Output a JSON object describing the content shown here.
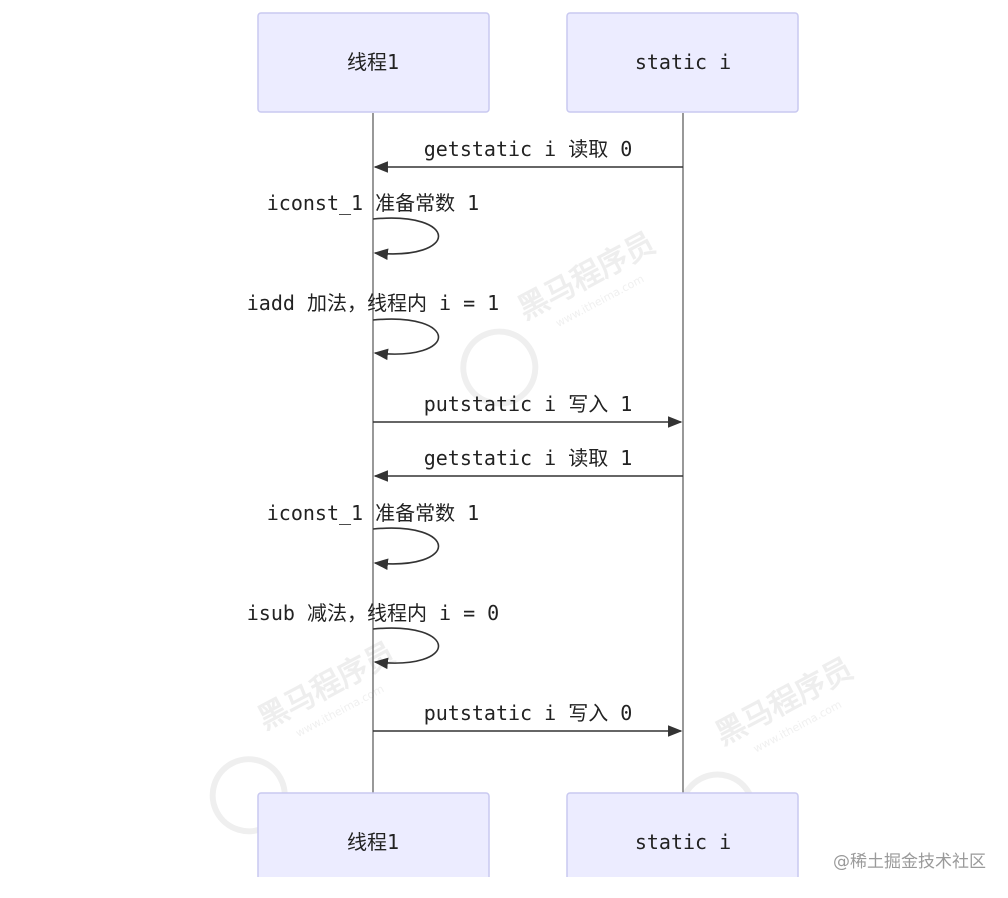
{
  "actors": [
    {
      "id": "thread",
      "label": "线程1"
    },
    {
      "id": "static",
      "label": "static i"
    }
  ],
  "messages": [
    {
      "type": "arrow",
      "from": "static",
      "to": "thread",
      "label": "getstatic i 读取 0"
    },
    {
      "type": "self",
      "actor": "thread",
      "label": "iconst_1 准备常数 1"
    },
    {
      "type": "self",
      "actor": "thread",
      "label": "iadd 加法，线程内 i = 1"
    },
    {
      "type": "arrow",
      "from": "thread",
      "to": "static",
      "label": "putstatic i 写入 1"
    },
    {
      "type": "arrow",
      "from": "static",
      "to": "thread",
      "label": "getstatic i 读取 1"
    },
    {
      "type": "self",
      "actor": "thread",
      "label": "iconst_1 准备常数 1"
    },
    {
      "type": "self",
      "actor": "thread",
      "label": "isub 减法，线程内 i = 0"
    },
    {
      "type": "arrow",
      "from": "thread",
      "to": "static",
      "label": "putstatic i 写入 0"
    }
  ],
  "watermark": {
    "text": "黑马程序员",
    "sub": "www.itheima.com"
  },
  "credit": "@稀土掘金技术社区"
}
